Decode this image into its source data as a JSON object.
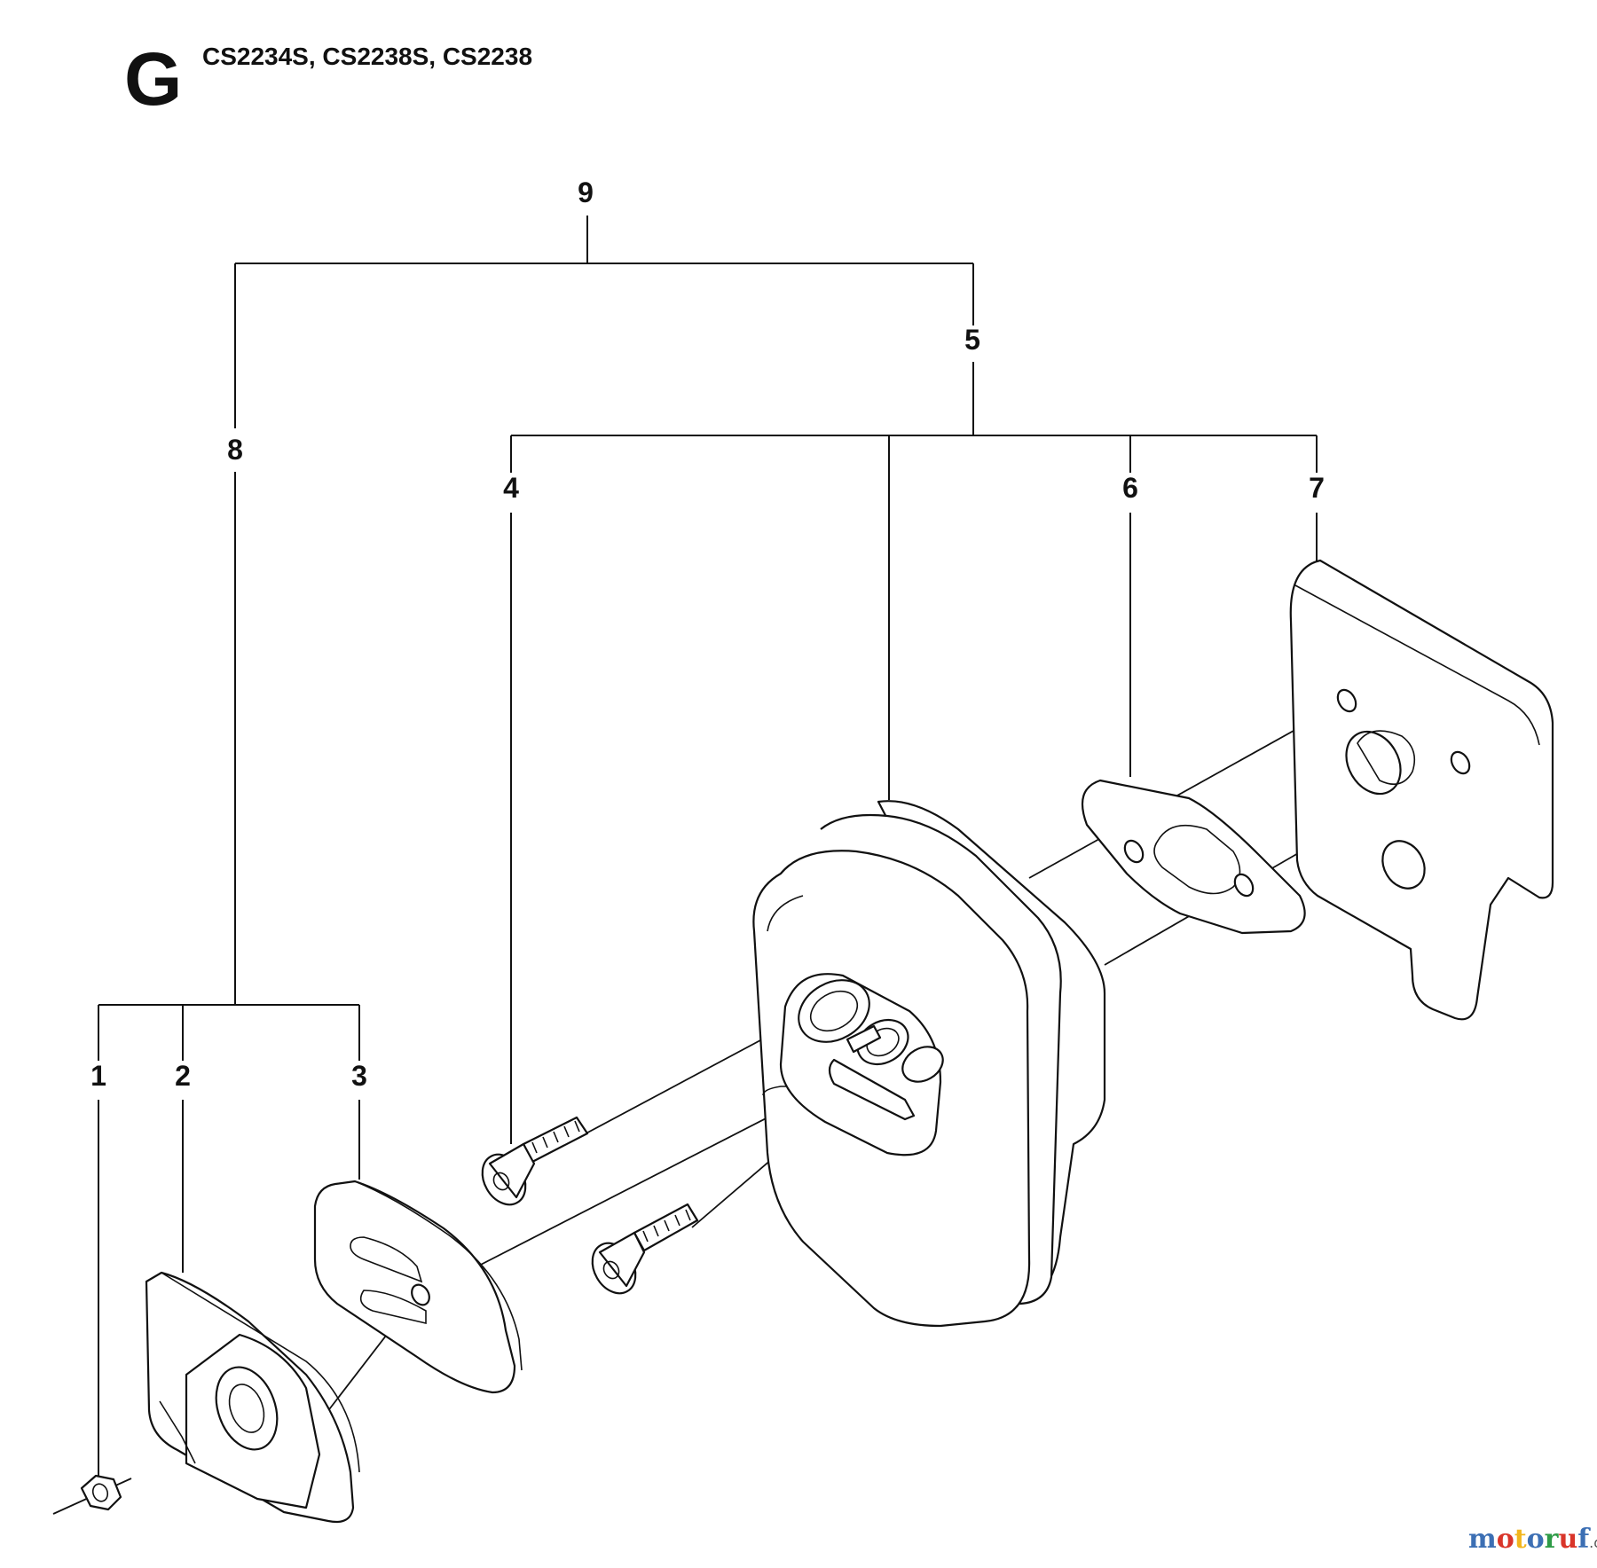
{
  "header": {
    "section_letter": "G",
    "models": "CS2234S, CS2238S, CS2238"
  },
  "callouts": {
    "c1": "1",
    "c2": "2",
    "c3": "3",
    "c4": "4",
    "c5": "5",
    "c6": "6",
    "c7": "7",
    "c8": "8",
    "c9": "9"
  },
  "watermark": {
    "name": "motoruf",
    "tld": ".de",
    "colors": [
      "#3c6fb4",
      "#d9352a",
      "#f2b51c",
      "#3c6fb4",
      "#2e9b47",
      "#d9352a",
      "#3c6fb4"
    ]
  }
}
